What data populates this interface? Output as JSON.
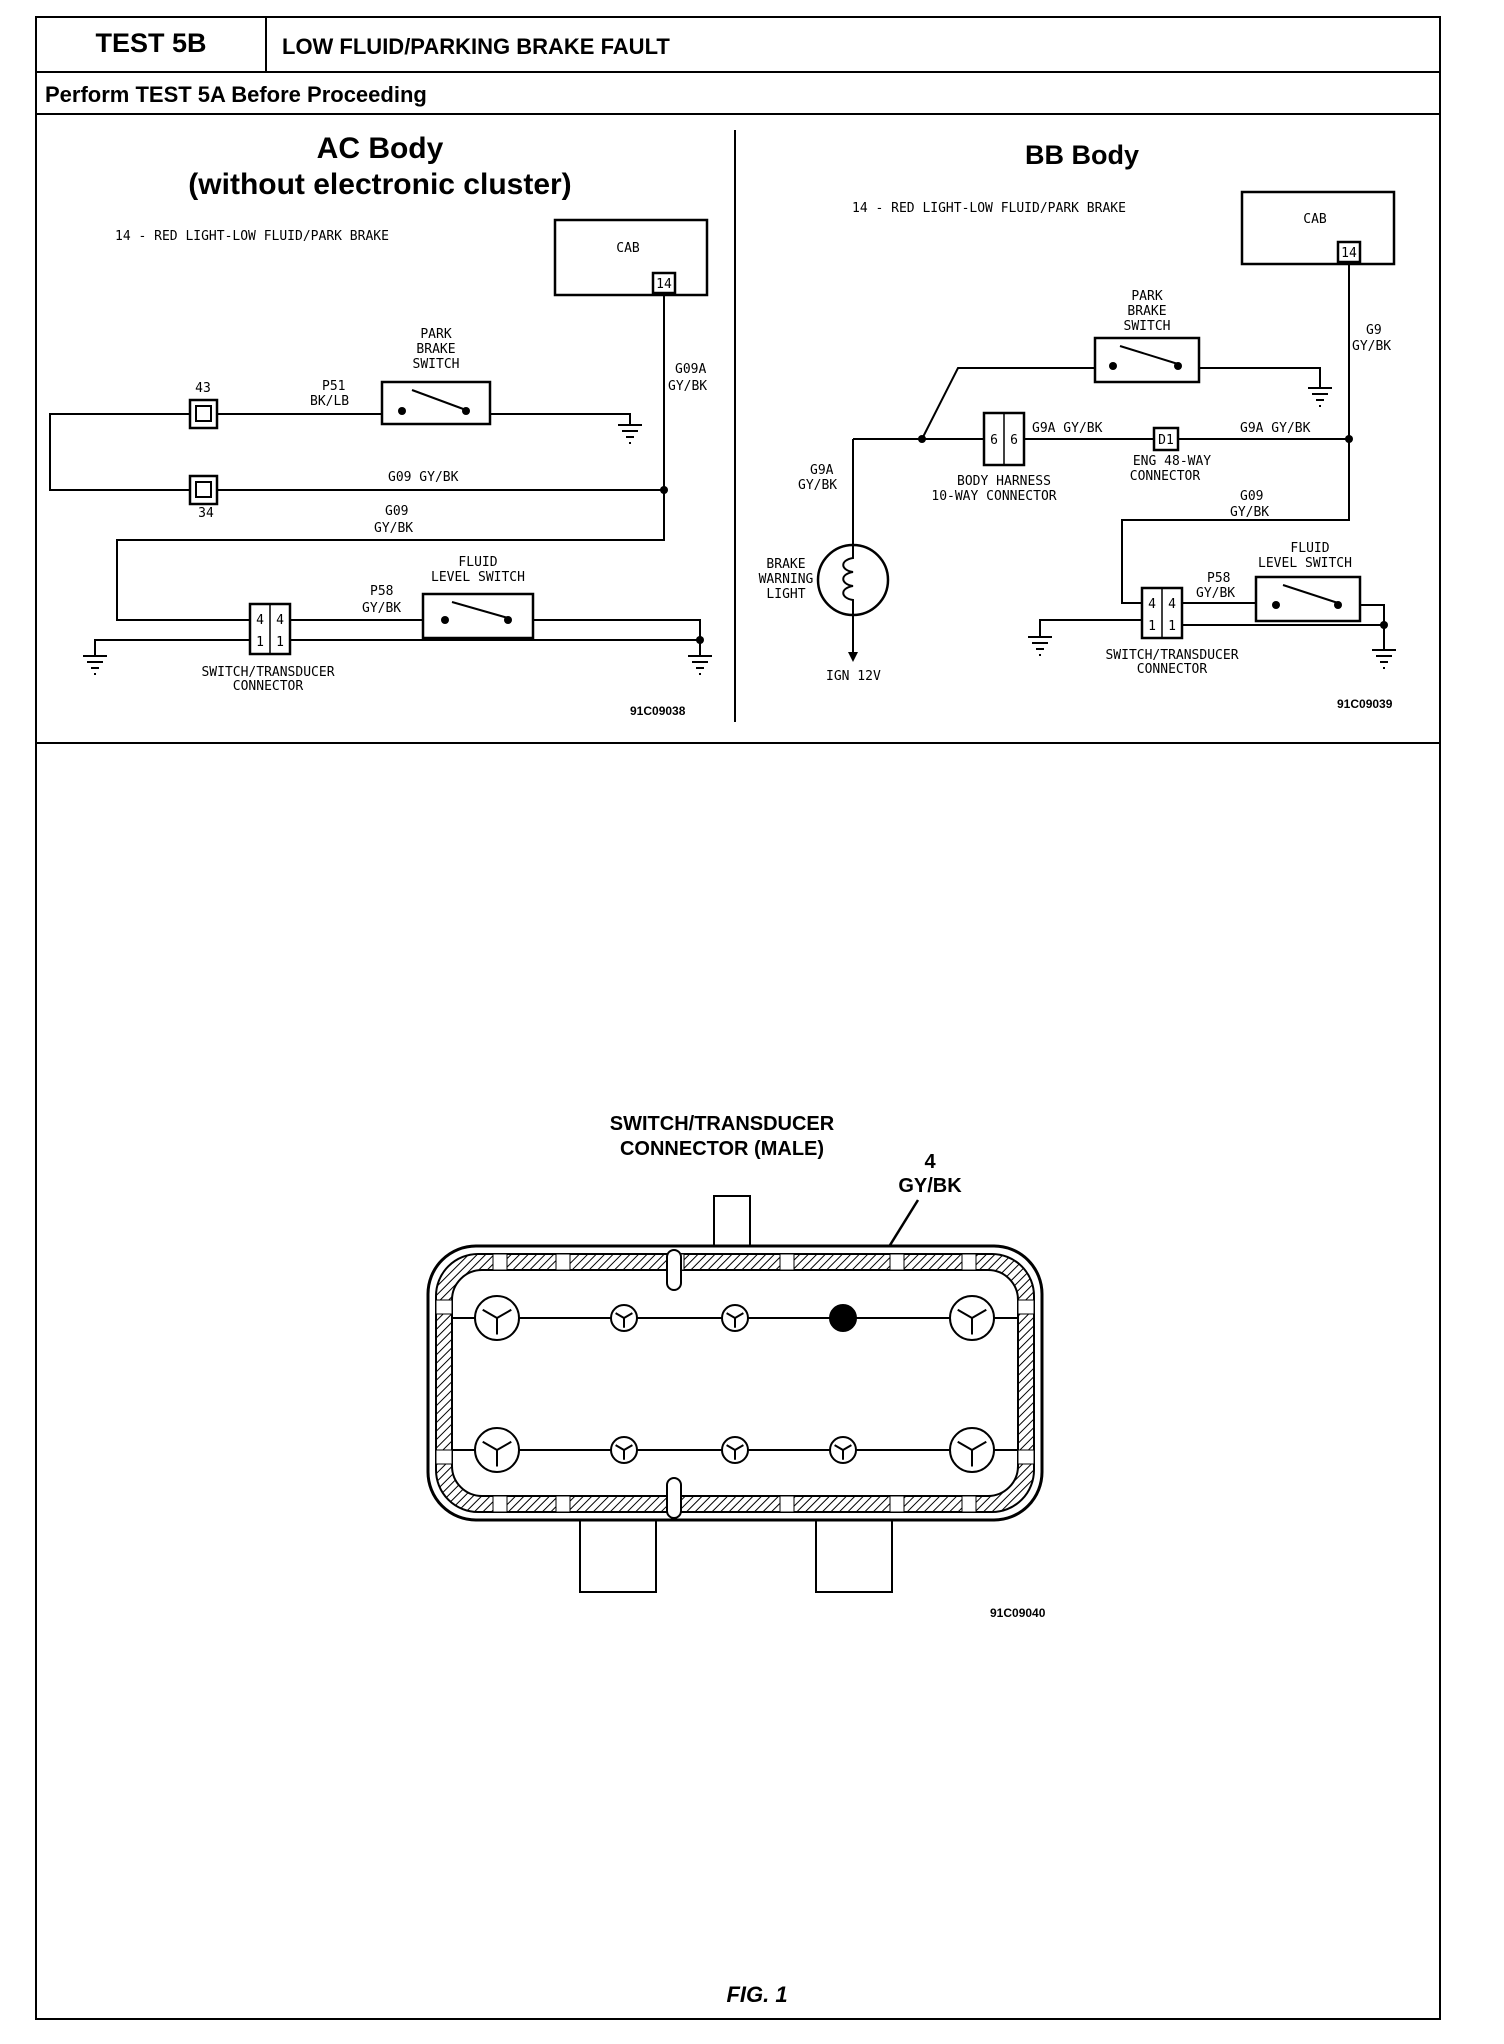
{
  "header": {
    "test_id": "TEST 5B",
    "test_title": "LOW FLUID/PARKING BRAKE FAULT",
    "prereq": "Perform TEST 5A Before Proceeding"
  },
  "ac_diagram": {
    "title_line1": "AC Body",
    "title_line2": "(without electronic cluster)",
    "circuit_note": "14 - RED LIGHT-LOW FLUID/PARK BRAKE",
    "cab_label": "CAB",
    "cab_pin": "14",
    "wire_g09a_1": "G09A",
    "wire_g09a_2": "GY/BK",
    "park_switch_1": "PARK",
    "park_switch_2": "BRAKE",
    "park_switch_3": "SWITCH",
    "p51_1": "P51",
    "p51_2": "BK/LB",
    "conn_43": "43",
    "conn_34": "34",
    "wire_g09_inline": "G09 GY/BK",
    "wire_g09_1": "G09",
    "wire_g09_2": "GY/BK",
    "fluid_1": "FLUID",
    "fluid_2": "LEVEL SWITCH",
    "p58_1": "P58",
    "p58_2": "GY/BK",
    "pin_4a": "4",
    "pin_4b": "4",
    "pin_1a": "1",
    "pin_1b": "1",
    "conn_label_1": "SWITCH/TRANSDUCER",
    "conn_label_2": "CONNECTOR",
    "fig_code": "91C09038"
  },
  "bb_diagram": {
    "title": "BB Body",
    "circuit_note": "14 - RED LIGHT-LOW FLUID/PARK BRAKE",
    "cab_label": "CAB",
    "cab_pin": "14",
    "park_switch_1": "PARK",
    "park_switch_2": "BRAKE",
    "park_switch_3": "SWITCH",
    "g9_1": "G9",
    "g9_2": "GY/BK",
    "wire_g9a_left": "G9A GY/BK",
    "wire_g9a_right": "G9A GY/BK",
    "pin_6a": "6",
    "pin_6b": "6",
    "d1": "D1",
    "eng_1": "ENG 48-WAY",
    "eng_2": "CONNECTOR",
    "body_1": "BODY HARNESS",
    "body_2": "10-WAY CONNECTOR",
    "g9a_v1": "G9A",
    "g9a_v2": "GY/BK",
    "g09_1": "G09",
    "g09_2": "GY/BK",
    "brake_1": "BRAKE",
    "brake_2": "WARNING",
    "brake_3": "LIGHT",
    "ign": "IGN 12V",
    "fluid_1": "FLUID",
    "fluid_2": "LEVEL SWITCH",
    "p58_1": "P58",
    "p58_2": "GY/BK",
    "pin_4a": "4",
    "pin_4b": "4",
    "pin_1a": "1",
    "pin_1b": "1",
    "conn_label_1": "SWITCH/TRANSDUCER",
    "conn_label_2": "CONNECTOR",
    "fig_code": "91C09039"
  },
  "connector_view": {
    "title_1": "SWITCH/TRANSDUCER",
    "title_2": "CONNECTOR (MALE)",
    "pin_number": "4",
    "pin_wire": "GY/BK",
    "fig_code": "91C09040"
  },
  "figure_caption": "FIG. 1"
}
